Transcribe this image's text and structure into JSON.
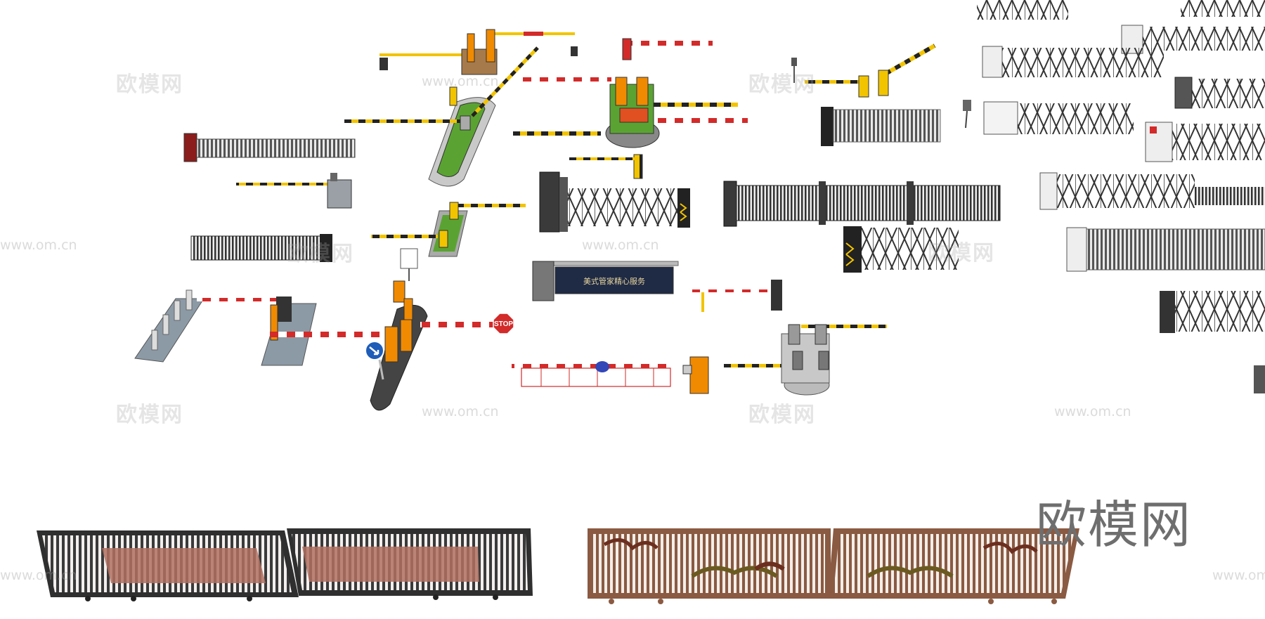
{
  "watermark": {
    "text_cn": "欧模网",
    "text_url": "www.om.cn"
  },
  "brand_logo": "欧模网",
  "stop_sign_text": "STOP",
  "billboard_text": "美式管家精心服务",
  "colors": {
    "barrier_yellow": "#f2c400",
    "barrier_red": "#d32a2a",
    "cabinet_orange": "#f08a00",
    "gate_gray": "#3c3c3c",
    "grass": "#5aa332",
    "bronze": "#8a5a42"
  }
}
